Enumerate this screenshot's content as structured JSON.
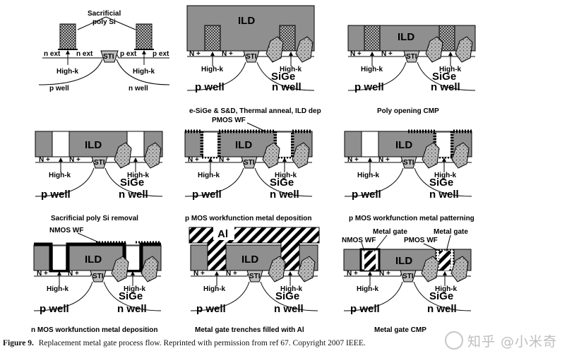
{
  "captions": [
    "e-SiGe & S&D, Thermal anneal, ILD dep",
    "Poly opening CMP",
    "Sacrificial poly Si removal",
    "p MOS workfunction metal deposition",
    "p  MOS workfunction metal patterning",
    "n MOS workfunction metal deposition",
    "Metal gate trenches filled with Al",
    "Metal gate CMP"
  ],
  "labels": {
    "sacrificial": "Sacrificial",
    "poly_si": "poly Si",
    "n_ext": "n ext",
    "p_ext": "p ext",
    "sti": "STI",
    "high_k": "High-k",
    "p_well": "p well",
    "n_well": "n well",
    "ild": "ILD",
    "n_plus": "N +",
    "sige": "SiGe",
    "pmos_wf": "PMOS WF",
    "nmos_wf": "NMOS WF",
    "al": "Al",
    "metal_gate": "Metal gate"
  },
  "figure_caption": {
    "label": "Figure 9.",
    "text": "Replacement metal gate process flow. Reprinted with permission from ref 67. Copyright 2007 IEEE."
  },
  "watermark": "知乎 @小米奇"
}
